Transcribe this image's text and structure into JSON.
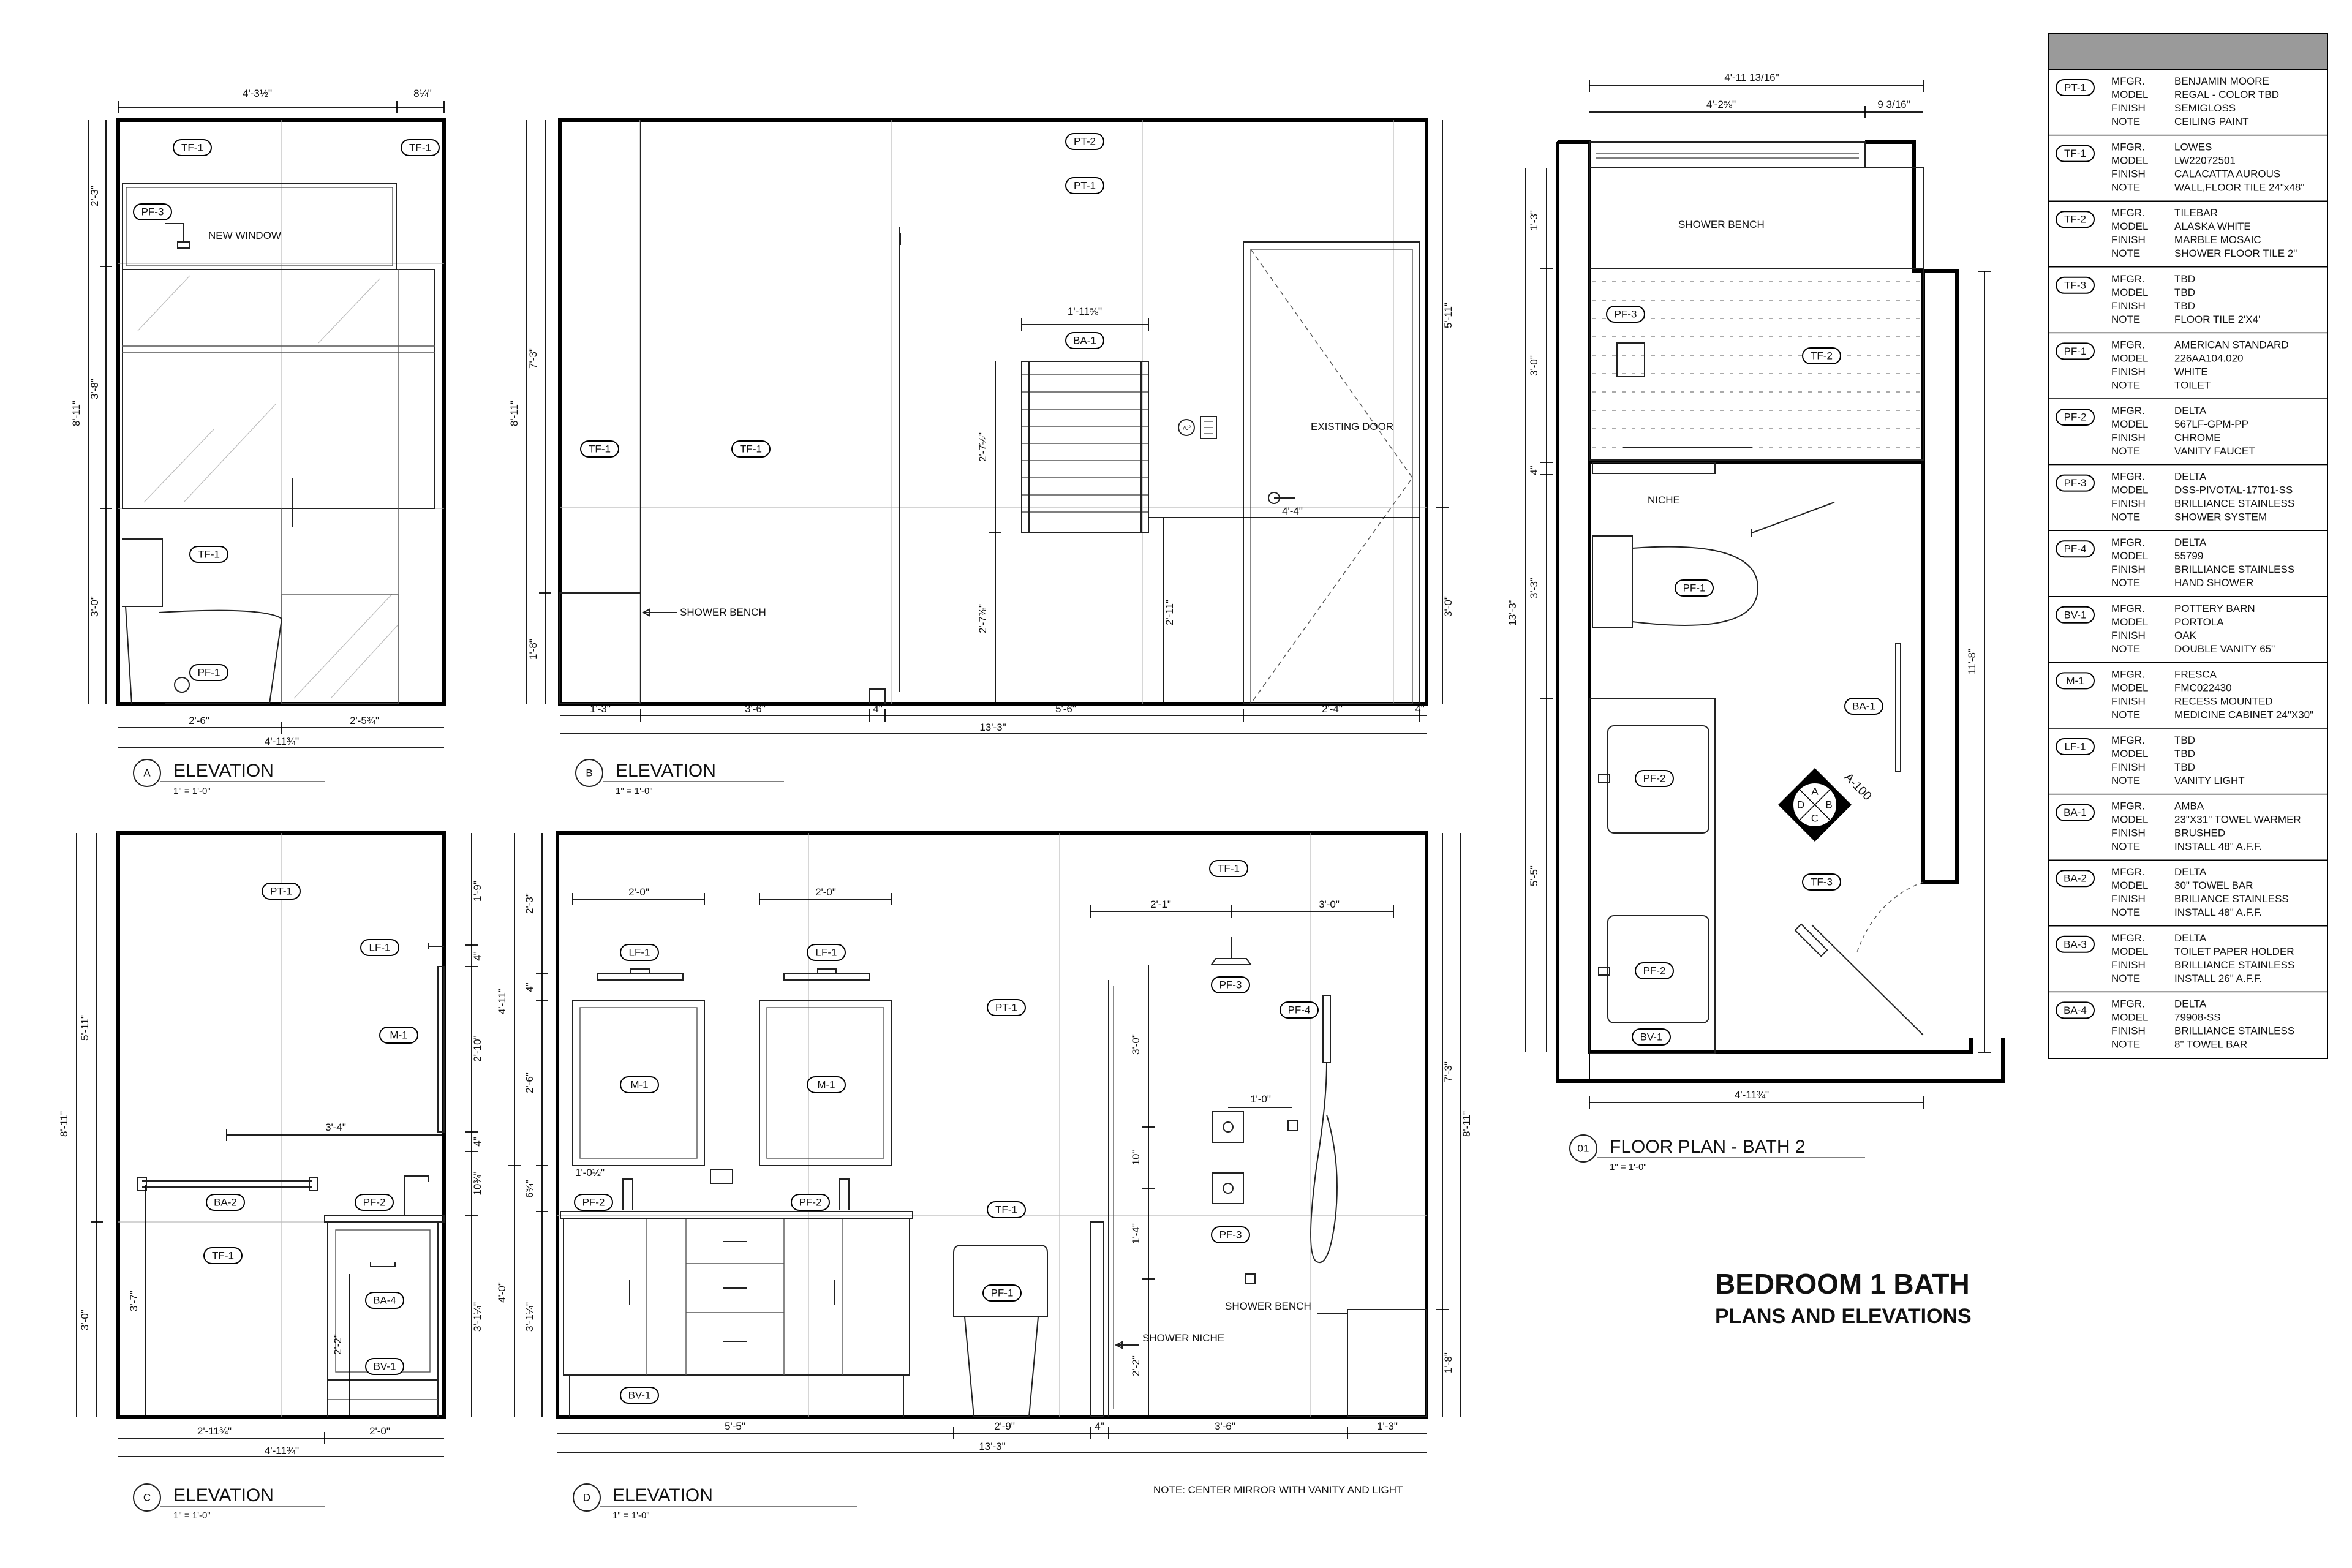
{
  "sheet": {
    "title": "BEDROOM 1 BATH",
    "subtitle": "PLANS AND ELEVATIONS",
    "note": "NOTE: CENTER MIRROR WITH VANITY AND LIGHT",
    "scale": "1\" = 1'-0\""
  },
  "views": {
    "a": {
      "mark": "A",
      "title": "ELEVATION"
    },
    "b": {
      "mark": "B",
      "title": "ELEVATION"
    },
    "c": {
      "mark": "C",
      "title": "ELEVATION"
    },
    "d": {
      "mark": "D",
      "title": "ELEVATION"
    },
    "plan": {
      "mark": "01",
      "title": "FLOOR PLAN - BATH 2"
    }
  },
  "labels": {
    "new_window": "NEW WINDOW",
    "shower_bench": "SHOWER BENCH",
    "existing_door": "EXISTING DOOR",
    "niche": "NICHE",
    "shower_niche": "SHOWER NICHE",
    "thermostat": "70°"
  },
  "tags": {
    "pt1": "PT-1",
    "pt2": "PT-2",
    "tf1": "TF-1",
    "tf2": "TF-2",
    "tf3": "TF-3",
    "pf1": "PF-1",
    "pf2": "PF-2",
    "pf3": "PF-3",
    "pf4": "PF-4",
    "bv1": "BV-1",
    "m1": "M-1",
    "lf1": "LF-1",
    "ba1": "BA-1",
    "ba2": "BA-2",
    "ba4": "BA-4"
  },
  "key": {
    "ref": "A-100",
    "n": "A",
    "e": "B",
    "s": "C",
    "w": "D"
  },
  "dims": {
    "a_top_main": "4'-3½\"",
    "a_top_right": "8¼\"",
    "a_left_top": "2'-3\"",
    "a_left_mid": "3'-8\"",
    "a_left_bot": "3'-0\"",
    "a_overall_h": "8'-11\"",
    "a_bot_left": "2'-6\"",
    "a_bot_right": "2'-5¾\"",
    "a_bot_overall": "4'-11¾\"",
    "b_left_top": "7'-3\"",
    "b_left_bot": "1'-8\"",
    "b_overall_h": "8'-11\"",
    "b_bar_w": "1'-11⅝\"",
    "b_bar_h": "2'-7½\"",
    "b_bar_aff": "2'-7⅞\"",
    "b_door_w": "4'-4\"",
    "b_door_h": "2'-11\"",
    "b_right_top": "5'-11\"",
    "b_right_bot": "3'-0\"",
    "b_bot_1": "1'-3\"",
    "b_bot_2": "3'-6\"",
    "b_bot_3": "4\"",
    "b_bot_4": "5'-6\"",
    "b_bot_5": "2'-4\"",
    "b_bot_6": "4\"",
    "b_overall_w": "13'-3\"",
    "c_right_1": "1'-9\"",
    "c_right_2": "4\"",
    "c_right_3": "2'-10\"",
    "c_right_4": "4\"",
    "c_right_5": "10¾\"",
    "c_right_6": "3'-1¼\"",
    "c_left_top": "5'-11\"",
    "c_left_bot": "3'-0\"",
    "c_overall_h": "8'-11\"",
    "c_bar": "3'-4\"",
    "c_bar_h": "3'-7\"",
    "c_bv": "2'-2\"",
    "c_bot_1": "2'-11¾\"",
    "c_bot_2": "2'-0\"",
    "c_bot_overall": "4'-11¾\"",
    "d_vanity_1": "2'-0\"",
    "d_vanity_2": "2'-0\"",
    "d_left_1": "2'-3\"",
    "d_left_2": "4'-11\"",
    "d_left_3": "4\"",
    "d_left_4": "2'-6\"",
    "d_left_5": "6¾\"",
    "d_left_6": "3'-1¼\"",
    "d_left_7": "4'-0\"",
    "d_faucet": "1'-0½\"",
    "d_shower_1": "2'-1\"",
    "d_shower_2": "3'-0\"",
    "d_shower_3": "1'-0\"",
    "d_sv_1": "3'-0\"",
    "d_sv_2": "10\"",
    "d_sv_3": "1'-4\"",
    "d_sv_4": "2'-2\"",
    "d_right_top": "7'-3\"",
    "d_right_bot": "1'-8\"",
    "d_overall_h": "8'-11\"",
    "d_bot_1": "5'-5\"",
    "d_bot_2": "2'-9\"",
    "d_bot_3": "4\"",
    "d_bot_4": "3'-6\"",
    "d_bot_5": "1'-3\"",
    "d_overall_w": "13'-3\"",
    "p_top_1": "4'-11 13/16\"",
    "p_top_2": "4'-2⅝\"",
    "p_top_3": "9 3/16\"",
    "p_left_1": "1'-3\"",
    "p_left_2": "3'-0\"",
    "p_left_3": "4\"",
    "p_left_4": "3'-3\"",
    "p_left_5": "5'-5\"",
    "p_overall_h": "13'-3\"",
    "p_right": "11'-8\"",
    "p_bot": "4'-11¾\""
  },
  "schedule": [
    {
      "tag": "PT-1",
      "mfgr": "BENJAMIN MOORE",
      "model": "REGAL - COLOR TBD",
      "finish": "SEMIGLOSS",
      "note": "CEILING PAINT"
    },
    {
      "tag": "TF-1",
      "mfgr": "LOWES",
      "model": "LW22072501",
      "finish": "CALACATTA AUROUS",
      "note": "WALL,FLOOR TILE 24\"x48\""
    },
    {
      "tag": "TF-2",
      "mfgr": "TILEBAR",
      "model": "ALASKA WHITE",
      "finish": "MARBLE MOSAIC",
      "note": "SHOWER FLOOR TILE 2\""
    },
    {
      "tag": "TF-3",
      "mfgr": "TBD",
      "model": "TBD",
      "finish": "TBD",
      "note": "FLOOR TILE 2'X4'"
    },
    {
      "tag": "PF-1",
      "mfgr": "AMERICAN STANDARD",
      "model": "226AA104.020",
      "finish": "WHITE",
      "note": "TOILET"
    },
    {
      "tag": "PF-2",
      "mfgr": "DELTA",
      "model": "567LF-GPM-PP",
      "finish": "CHROME",
      "note": "VANITY FAUCET"
    },
    {
      "tag": "PF-3",
      "mfgr": "DELTA",
      "model": "DSS-PIVOTAL-17T01-SS",
      "finish": "BRILLIANCE STAINLESS",
      "note": "SHOWER SYSTEM"
    },
    {
      "tag": "PF-4",
      "mfgr": "DELTA",
      "model": "55799",
      "finish": "BRILLIANCE STAINLESS",
      "note": "HAND SHOWER"
    },
    {
      "tag": "BV-1",
      "mfgr": "POTTERY BARN",
      "model": "PORTOLA",
      "finish": "OAK",
      "note": "DOUBLE VANITY 65\""
    },
    {
      "tag": "M-1",
      "mfgr": "FRESCA",
      "model": "FMC022430",
      "finish": "RECESS  MOUNTED",
      "note": "MEDICINE CABINET 24\"X30\""
    },
    {
      "tag": "LF-1",
      "mfgr": "TBD",
      "model": "TBD",
      "finish": "TBD",
      "note": "VANITY LIGHT"
    },
    {
      "tag": "BA-1",
      "mfgr": "AMBA",
      "model": "23\"X31\" TOWEL WARMER",
      "finish": "BRUSHED",
      "note": "INSTALL 48\" A.F.F."
    },
    {
      "tag": "BA-2",
      "mfgr": "DELTA",
      "model": "30\" TOWEL BAR",
      "finish": "BRILIANCE STAINLESS",
      "note": "INSTALL 48\" A.F.F."
    },
    {
      "tag": "BA-3",
      "mfgr": "DELTA",
      "model": "TOILET PAPER HOLDER",
      "finish": "BRILLIANCE STAINLESS",
      "note": "INSTALL 26\" A.F.F."
    },
    {
      "tag": "BA-4",
      "mfgr": "DELTA",
      "model": "79908-SS",
      "finish": "BRILLIANCE STAINLESS",
      "note": "8\" TOWEL BAR"
    }
  ],
  "schedule_fields": {
    "mfgr": "MFGR.",
    "model": "MODEL",
    "finish": "FINISH",
    "note": "NOTE"
  }
}
